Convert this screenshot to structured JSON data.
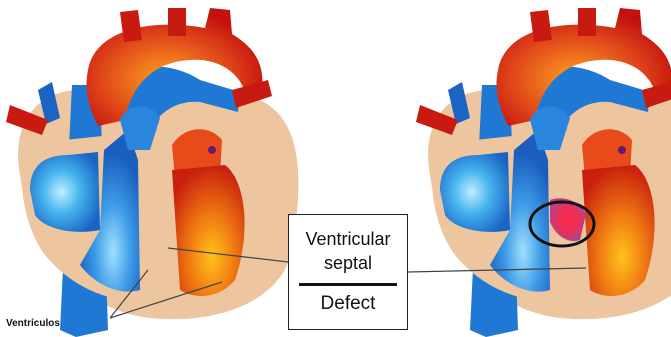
{
  "labels": {
    "ventricles": "Ventrículos",
    "callout_line1": "Ventricular",
    "callout_line2": "septal",
    "callout_line3": "Defect"
  },
  "colors": {
    "pericardium": "#edc6a0",
    "deoxygenated": "#1f78d4",
    "oxygenated": "#e8461b",
    "aorta": "#c81a10",
    "defect_marker": "#111111"
  }
}
